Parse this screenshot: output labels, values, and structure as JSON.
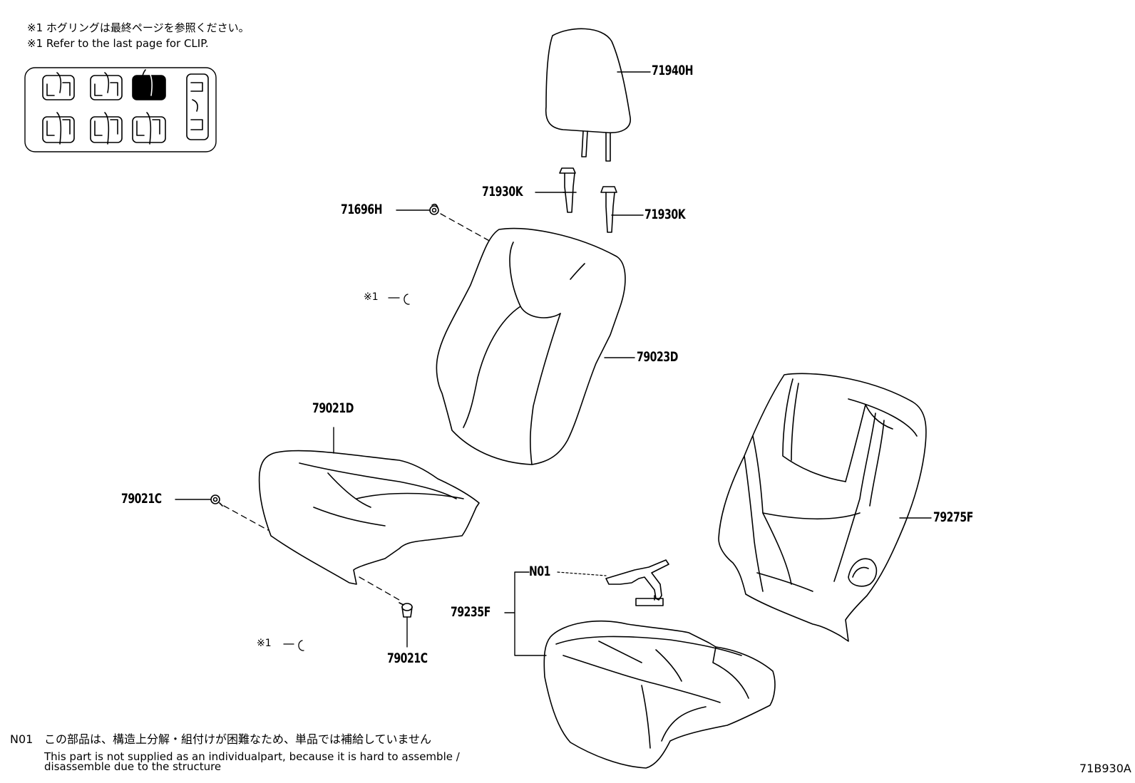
{
  "header": {
    "note_jp": "※1 ホグリングは最終ページを参照ください。",
    "note_en": "※1 Refer to the last page for CLIP."
  },
  "parts": {
    "headrest": "71940H",
    "guide_left": "71930K",
    "guide_right": "71930K",
    "clip_top": "71696H",
    "back_cover": "79023D",
    "cushion_cover": "79021D",
    "clip_left": "79021C",
    "clip_bottom": "79021C",
    "back_frame": "79275F",
    "harness": "N01",
    "cushion_pad": "79235F"
  },
  "clip_refs": {
    "upper": "※1",
    "lower": "※1"
  },
  "footer": {
    "code": "N01",
    "jp": "この部品は、構造上分解・組付けが困難なため、単品では補給していません",
    "en_line1": "This part is not supplied as an individualpart, because it is hard to assemble /",
    "en_line2": "disassemble due to the structure",
    "drawing_no": "71B930A"
  },
  "colors": {
    "line": "#000000",
    "background": "#ffffff",
    "highlight": "#000000"
  }
}
